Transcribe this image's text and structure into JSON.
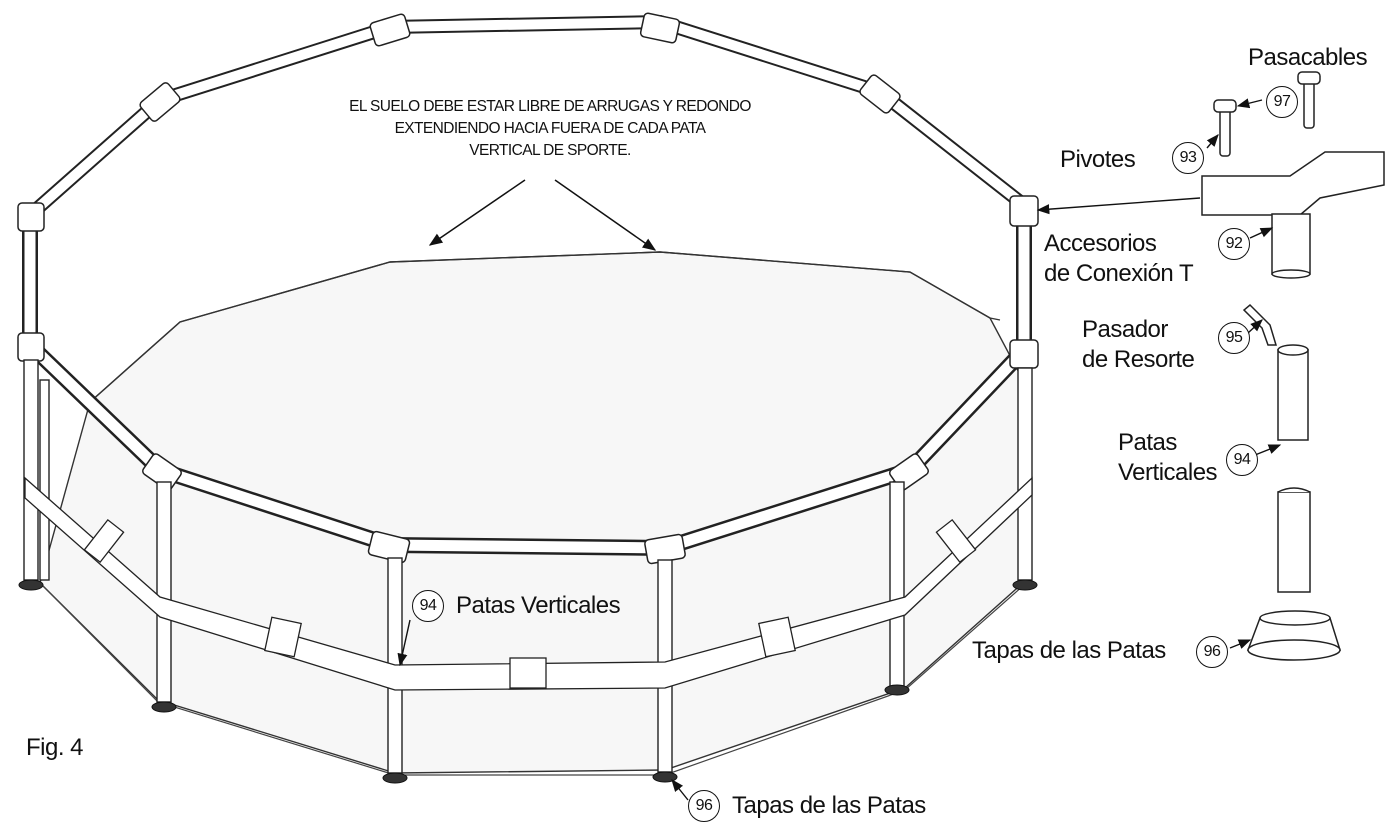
{
  "figure_label": "Fig. 4",
  "note_lines": [
    "EL SUELO DEBE ESTAR LIBRE DE ARRUGAS Y REDONDO",
    "EXTENDIENDO HACIA FUERA DE CADA PATA",
    "VERTICAL DE SPORTE."
  ],
  "parts": {
    "pasacables": "Pasacables",
    "pivotes": "Pivotes",
    "accesorios_line1": "Accesorios",
    "accesorios_line2": "de Conexión T",
    "pasador_line1": "Pasador",
    "pasador_line2": "de Resorte",
    "patas_line1": "Patas",
    "patas_line2": "Verticales",
    "tapas_right": "Tapas de las Patas",
    "patas_verticales": "Patas Verticales",
    "tapas_bottom": "Tapas de las Patas"
  },
  "numbers": {
    "n97": "97",
    "n93": "93",
    "n92": "92",
    "n95": "95",
    "n94_right": "94",
    "n96_right": "96",
    "n94_pool": "94",
    "n96_pool": "96"
  }
}
